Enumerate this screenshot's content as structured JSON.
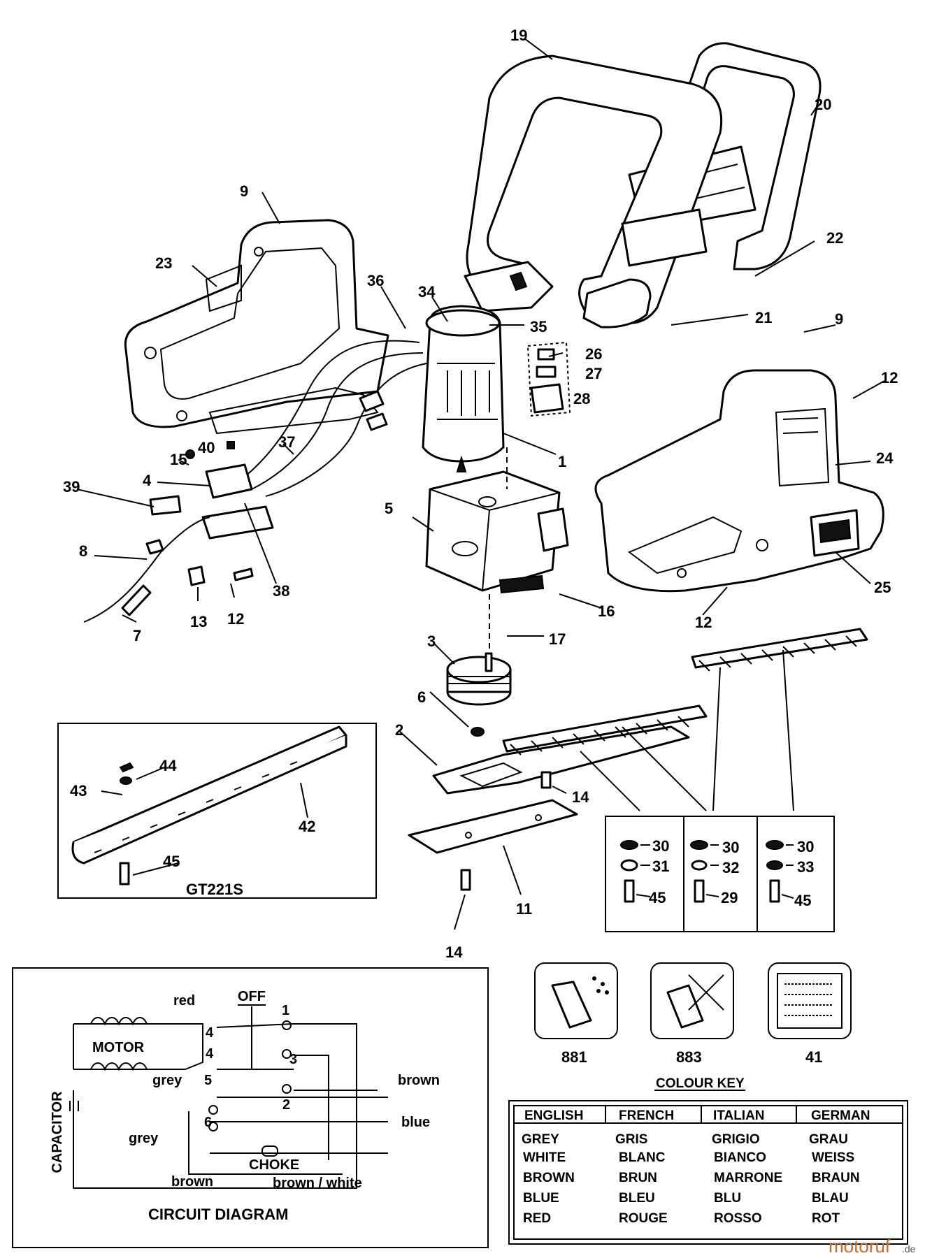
{
  "parts": {
    "p19": "19",
    "p20": "20",
    "p9a": "9",
    "p23": "23",
    "p36": "36",
    "p34": "34",
    "p35": "35",
    "p22": "22",
    "p21": "21",
    "p9b": "9",
    "p12a": "12",
    "p26": "26",
    "p27": "27",
    "p28": "28",
    "p24": "24",
    "p1": "1",
    "p40": "40",
    "p37": "37",
    "p15": "15",
    "p4": "4",
    "p39": "39",
    "p5": "5",
    "p8": "8",
    "p38": "38",
    "p12b": "12",
    "p13": "13",
    "p7": "7",
    "p16": "16",
    "p25": "25",
    "p12c": "12",
    "p17": "17",
    "p3": "3",
    "p6": "6",
    "p2": "2",
    "p14a": "14",
    "p44": "44",
    "p43": "43",
    "p42": "42",
    "p45a": "45",
    "p11": "11",
    "p14b": "14"
  },
  "inset": {
    "title": "GT221S"
  },
  "kits": {
    "col1": [
      "30",
      "31",
      "45"
    ],
    "col2": [
      "30",
      "32",
      "29"
    ],
    "col3": [
      "30",
      "33",
      "45"
    ]
  },
  "icons": {
    "i1": "881",
    "i2": "883",
    "i3": "41"
  },
  "circuit": {
    "title": "CIRCUIT DIAGRAM",
    "off": "OFF",
    "motor": "MOTOR",
    "capacitor": "CAPACITOR",
    "choke": "CHOKE",
    "red": "red",
    "grey1": "grey",
    "grey2": "grey",
    "brown1": "brown",
    "brown2": "brown",
    "blue": "blue",
    "brown_white": "brown / white",
    "t1": "1",
    "t2": "2",
    "t3": "3",
    "t4a": "4",
    "t4b": "4",
    "t5": "5",
    "t6": "6"
  },
  "colour_key": {
    "title": "COLOUR KEY",
    "headers": [
      "ENGLISH",
      "FRENCH",
      "ITALIAN",
      "GERMAN"
    ],
    "english": [
      "GREY",
      "WHITE",
      "BROWN",
      "BLUE",
      "RED"
    ],
    "french": [
      "GRIS",
      "BLANC",
      "BRUN",
      "BLEU",
      "ROUGE"
    ],
    "italian": [
      "GRIGIO",
      "BIANCO",
      "MARRONE",
      "BLU",
      "ROSSO"
    ],
    "german": [
      "GRAU",
      "WEISS",
      "BRAUN",
      "BLAU",
      "ROT"
    ]
  },
  "watermark": {
    "brand": "motoruf",
    "tld": ".de"
  }
}
